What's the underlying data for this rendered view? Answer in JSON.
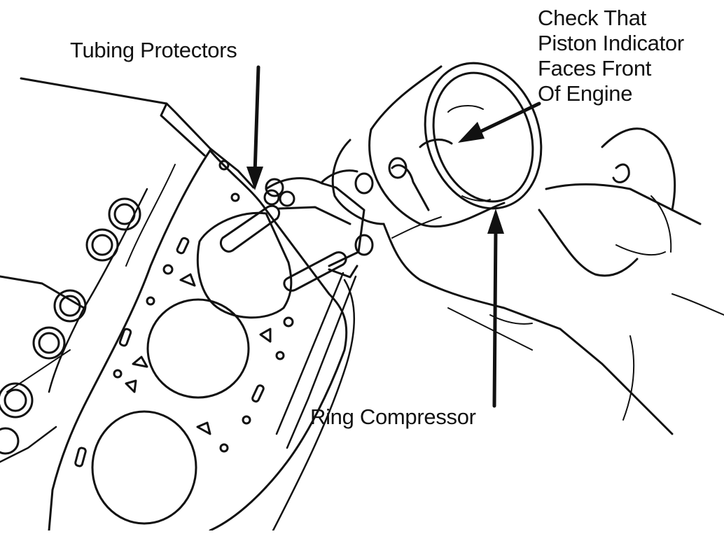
{
  "diagram": {
    "labels": {
      "tubing_protectors": "Tubing Protectors",
      "ring_compressor": "Ring Compressor",
      "piston_check": [
        "Check That",
        "Piston Indicator",
        "Faces Front",
        "Of Engine"
      ]
    },
    "ink_color": "#111111",
    "background_color": "#ffffff"
  }
}
